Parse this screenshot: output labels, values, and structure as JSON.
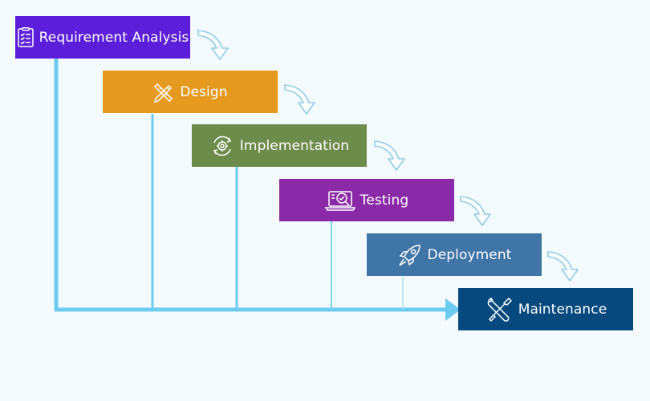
{
  "stages": [
    {
      "label": "Requirement Analysis",
      "icon": "checklist-icon",
      "color": "#5b1fdc"
    },
    {
      "label": "Design",
      "icon": "pencil-ruler-icon",
      "color": "#e59a1f"
    },
    {
      "label": "Implementation",
      "icon": "gear-cycle-icon",
      "color": "#6d8b4a"
    },
    {
      "label": "Testing",
      "icon": "laptop-magnifier-icon",
      "color": "#8b2aa8"
    },
    {
      "label": "Deployment",
      "icon": "rocket-icon",
      "color": "#4075a8"
    },
    {
      "label": "Maintenance",
      "icon": "wrench-screwdriver-icon",
      "color": "#05497e"
    }
  ],
  "colors": {
    "background": "#f4fbff",
    "timeline": "#6ecbf0",
    "step_arrow": "#8ecbea"
  }
}
